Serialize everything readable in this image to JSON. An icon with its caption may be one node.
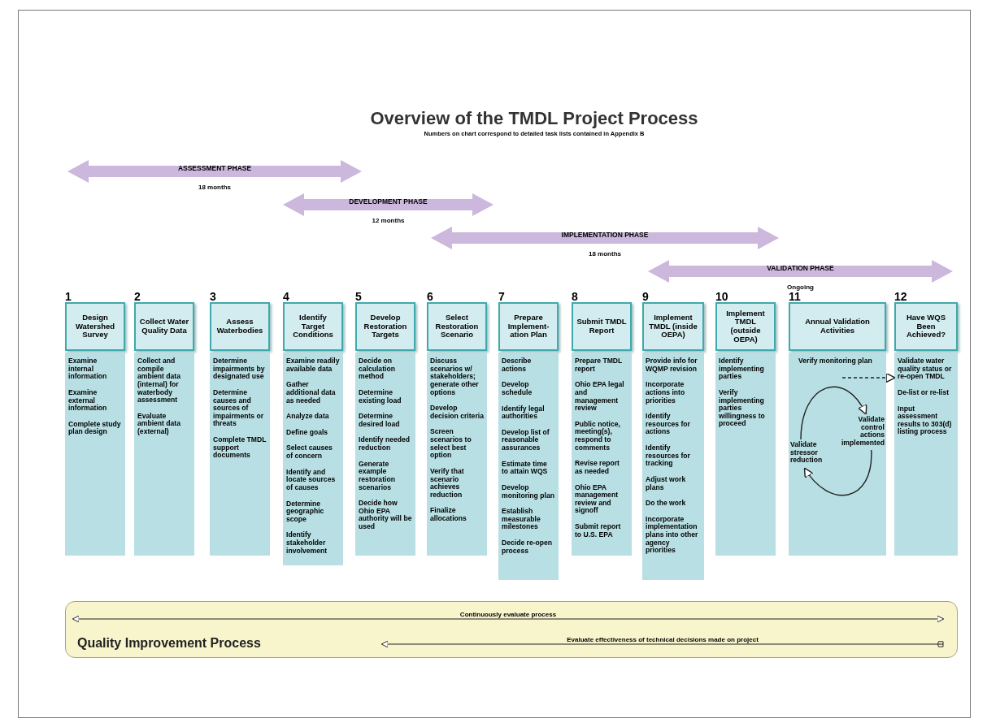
{
  "diagram": {
    "title": "Overview of the TMDL Project Process",
    "nodes": [
      {
        "text": [
          "ASSESSMENT PHASE",
          "18 months"
        ]
      },
      {
        "text": [
          "DEVELOPMENT PHASE",
          "12 months"
        ]
      },
      {
        "text": [
          "IMPLEMENTATION PHASE",
          "18 months"
        ]
      },
      {
        "text": [
          "VALIDATION PHASE",
          "Ongoing"
        ]
      },
      {
        "text": [
          "Design Watershed Survey"
        ],
        "beside": [
          "1"
        ]
      },
      {
        "text": [
          "Collect Water Quality Data"
        ],
        "beside": [
          "2"
        ]
      },
      {
        "text": [
          "Assess Waterbodies"
        ],
        "beside": [
          "3"
        ]
      },
      {
        "text": [
          "Identify Target Conditions"
        ],
        "beside": [
          "4"
        ]
      },
      {
        "text": [
          "Develop Restoration Targets"
        ],
        "beside": [
          "5"
        ]
      },
      {
        "text": [
          "Select Restoration Scenario"
        ],
        "beside": [
          "6"
        ]
      },
      {
        "text": [
          "Prepare Implement-ation Plan"
        ],
        "beside": [
          "7"
        ]
      },
      {
        "text": [
          "Submit TMDL Report"
        ],
        "beside": [
          "8"
        ]
      },
      {
        "text": [
          "Implement TMDL (inside OEPA)"
        ],
        "beside": [
          "9"
        ]
      },
      {
        "text": [
          "Implement TMDL (outside OEPA)"
        ],
        "beside": [
          "10"
        ]
      },
      {
        "text": [
          "Annual Validation Activities"
        ],
        "beside": [
          "11"
        ]
      },
      {
        "text": [
          "Have WQS Been Achieved?"
        ],
        "beside": [
          "12"
        ]
      },
      {
        "text": [
          "Examine internal information",
          "Examine external information",
          "Complete study plan design"
        ]
      },
      {
        "text": [
          "Collect and compile ambient data (internal) for waterbody assessment",
          "Evaluate ambient data (external)"
        ]
      },
      {
        "text": [
          "Determine impairments by designated use",
          "Determine causes and sources of impairments or threats",
          "Complete TMDL support documents"
        ]
      },
      {
        "text": [
          "Examine readily available data",
          "Gather additional data as needed",
          "Analyze data",
          "Define goals",
          "Select causes of concern",
          "Identify and locate sources of causes",
          "Determine geographic scope",
          "Identify stakeholder involvement"
        ]
      },
      {
        "text": [
          "Decide on calculation method",
          "Determine existing load",
          "Determine desired load",
          "Identify needed reduction",
          "Generate example restoration scenarios",
          "Decide how Ohio EPA authority will be used"
        ]
      },
      {
        "text": [
          "Discuss scenarios w/ stakeholders; generate other options",
          "Develop decision criteria",
          "Screen scenarios to select best option",
          "Verify that scenario achieves reduction",
          "Finalize allocations"
        ]
      },
      {
        "text": [
          "Describe actions",
          "Develop schedule",
          "Identify legal authorities",
          "Develop list of reasonable assurances",
          "Estimate time to attain WQS",
          "Develop monitoring plan",
          "Establish measurable milestones",
          "Decide re-open process"
        ]
      },
      {
        "text": [
          "Prepare TMDL report",
          "Ohio EPA legal and management review",
          "Public notice, meeting(s), respond to comments",
          "Revise report as needed",
          "Ohio EPA management review and signoff",
          "Submit report to U.S. EPA"
        ]
      },
      {
        "text": [
          "Provide info for WQMP revision",
          "Incorporate actions into priorities",
          "Identify resources for actions",
          "Identify resources for tracking",
          "Adjust work plans",
          "Do the work",
          "Incorporate implementation plans into other agency priorities"
        ]
      },
      {
        "text": [
          "Identify implementing parties",
          "Verify implementing parties willingness to proceed"
        ]
      },
      {
        "text": [
          "Verify monitoring plan"
        ]
      },
      {
        "text": [
          "Validate water quality status or re-open TMDL",
          "De-list or re-list",
          "Input assessment results to 303(d) listing process"
        ]
      },
      {
        "text": [
          "Validate stressor reduction"
        ],
        "in": 26
      },
      {
        "text": [
          "Validate control actions implemented"
        ],
        "in": 26
      },
      {
        "text": [
          "Quality Improvement Process"
        ]
      }
    ],
    "edges": [
      {
        "from": 28,
        "to": 29,
        "arrow": "to"
      },
      {
        "from": 29,
        "to": 28,
        "arrow": "to"
      },
      {
        "from": null,
        "to": 27,
        "arrow": "to",
        "style": "dashed"
      }
    ],
    "labels": [
      "Numbers on chart correspond to detailed task lists contained in Appendix B",
      "Continuously evaluate process",
      "Evaluate effectiveness of technical decisions made on project"
    ]
  }
}
